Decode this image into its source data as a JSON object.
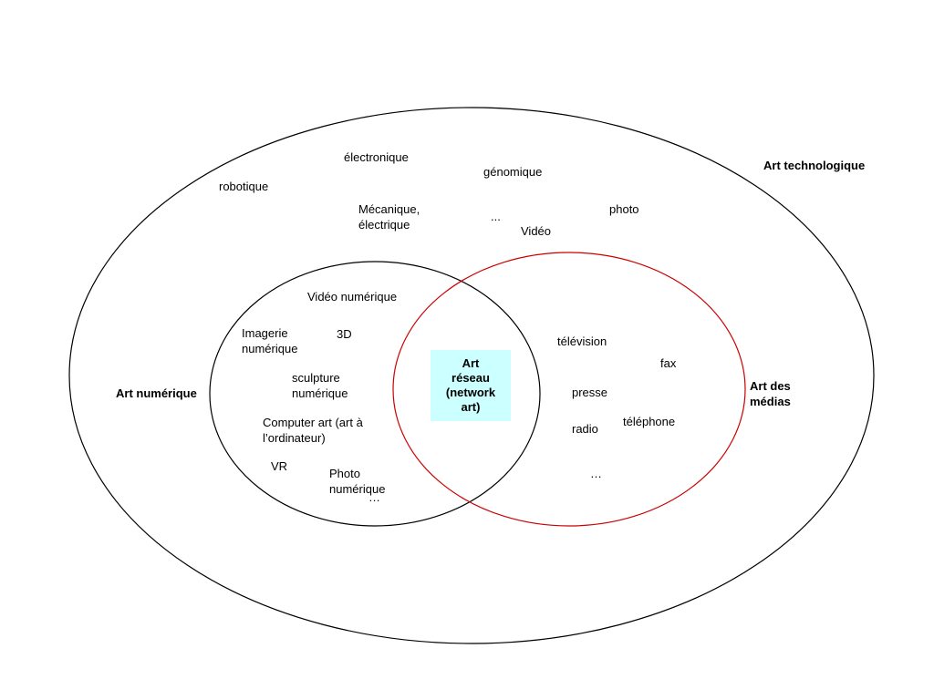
{
  "colors": {
    "outer_ellipse": "#000000",
    "left_ellipse": "#000000",
    "right_ellipse": "#cc0000",
    "center_box_fill": "#ccffff"
  },
  "sets": {
    "technologique": "Art technologique",
    "numerique": "Art numérique",
    "medias": [
      "Art des",
      "médias"
    ]
  },
  "center": [
    "Art",
    "réseau",
    "(network",
    "art)"
  ],
  "outer_items": {
    "electronique": "électronique",
    "genomique": "génomique",
    "robotique": "robotique",
    "mecanique": [
      "Mécanique,",
      "électrique"
    ],
    "ellipsis": "...",
    "photo": "photo",
    "video": "Vidéo"
  },
  "numerique_items": {
    "video_numerique": "Vidéo numérique",
    "imagerie": [
      "Imagerie",
      "numérique"
    ],
    "trois_d": "3D",
    "sculpture": [
      "sculpture",
      "numérique"
    ],
    "computer_art": [
      "Computer art (art à",
      "l’ordinateur)"
    ],
    "vr": "VR",
    "photo_numerique": [
      "Photo",
      "numérique"
    ],
    "ellipsis": "…"
  },
  "medias_items": {
    "television": "télévision",
    "fax": "fax",
    "presse": "presse",
    "radio": "radio",
    "telephone": "téléphone",
    "ellipsis": "…"
  }
}
